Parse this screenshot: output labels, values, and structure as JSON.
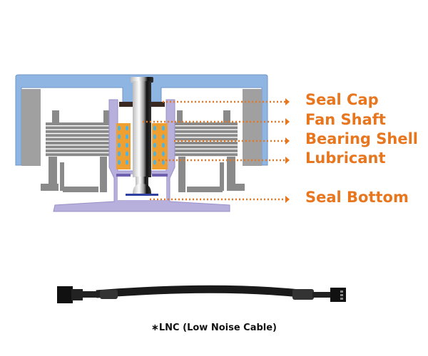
{
  "labels": [
    "Seal Cap",
    "Fan Shaft",
    "Bearing Shell",
    "Lubricant",
    "Seal Bottom"
  ],
  "caption": "∗LNC (Low Noise Cable)",
  "colors": {
    "accent": "#e8761f",
    "cap": "#8fb6e3",
    "hub": "#b8b0dc",
    "bearing": "#f0a030",
    "lubricant": "#4bb4e6",
    "stator": "#808080",
    "seal": "#3a2a22"
  }
}
